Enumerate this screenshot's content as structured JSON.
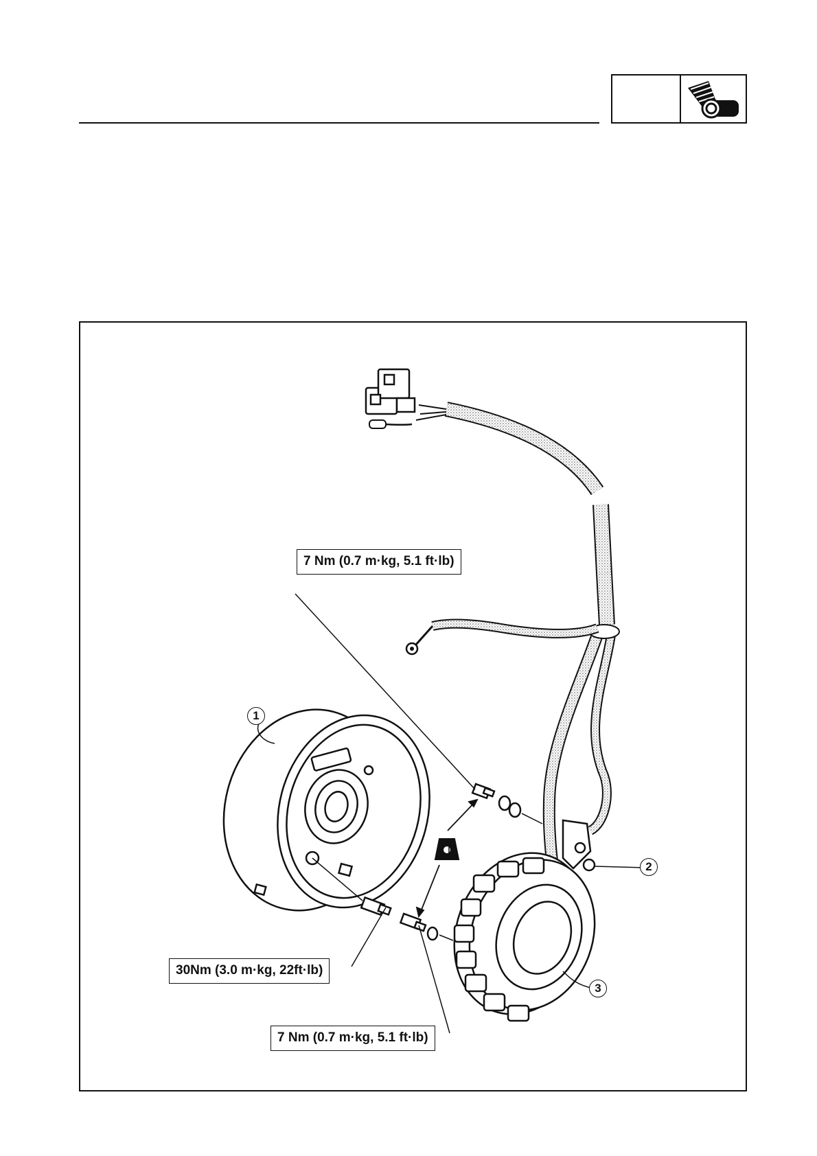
{
  "header": {
    "icon": "engine-electrical-section-icon"
  },
  "figure": {
    "torque_labels": [
      "7 Nm (0.7 m·kg, 5.1 ft·lb)",
      "30Nm (3.0 m·kg,  22ft·lb)",
      "7 Nm (0.7 m·kg, 5.1 ft·lb)"
    ],
    "callouts": [
      "1",
      "2",
      "3"
    ],
    "icons": [
      "threadlock-icon"
    ]
  }
}
